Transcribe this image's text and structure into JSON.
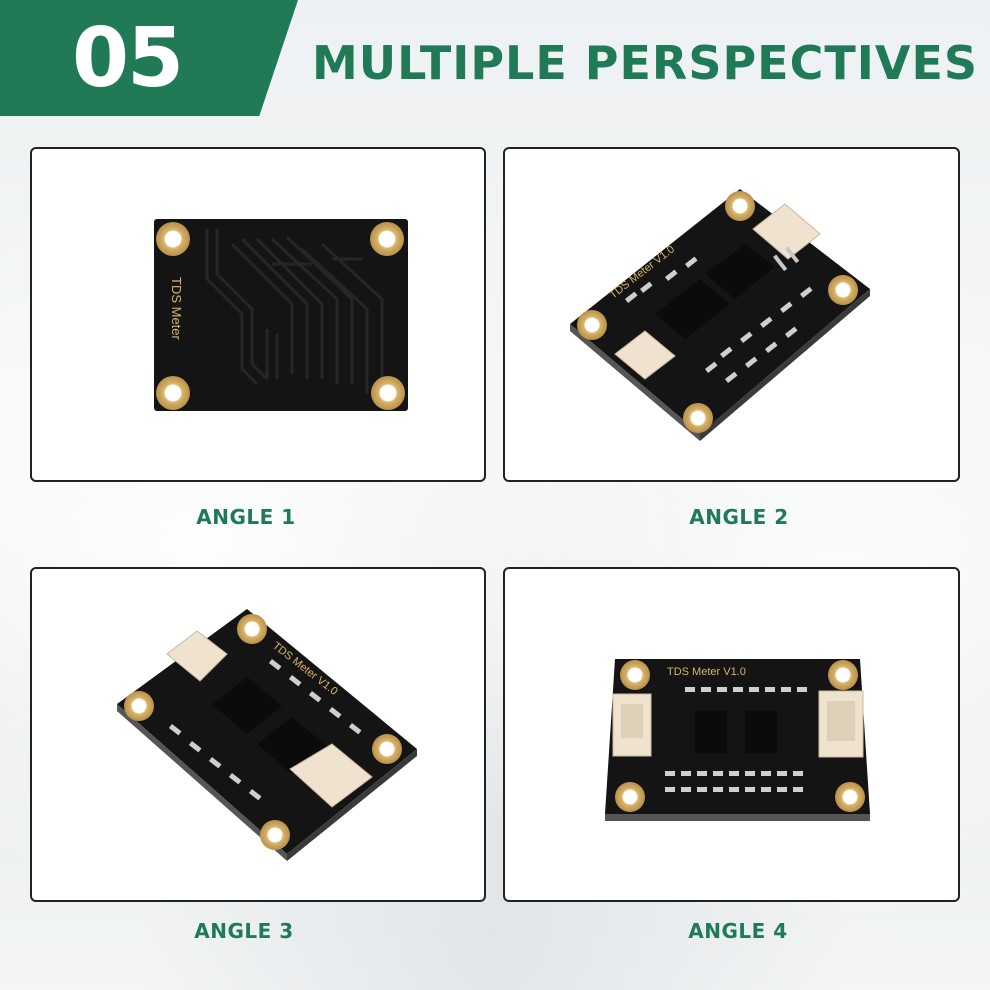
{
  "header": {
    "number": "05",
    "title": "MULTIPLE PERSPECTIVES"
  },
  "colors": {
    "accent": "#1f7a55",
    "board": "#141414",
    "pad": "#d9b46a",
    "connector": "#efe3cf"
  },
  "panels": [
    {
      "caption": "ANGLE 1",
      "board_label": "TDS Meter"
    },
    {
      "caption": "ANGLE 2",
      "board_label": "TDS Meter  V1.0"
    },
    {
      "caption": "ANGLE 3",
      "board_label": "TDS Meter  V1.0"
    },
    {
      "caption": "ANGLE 4",
      "board_label": "TDS Meter  V1.0"
    }
  ]
}
